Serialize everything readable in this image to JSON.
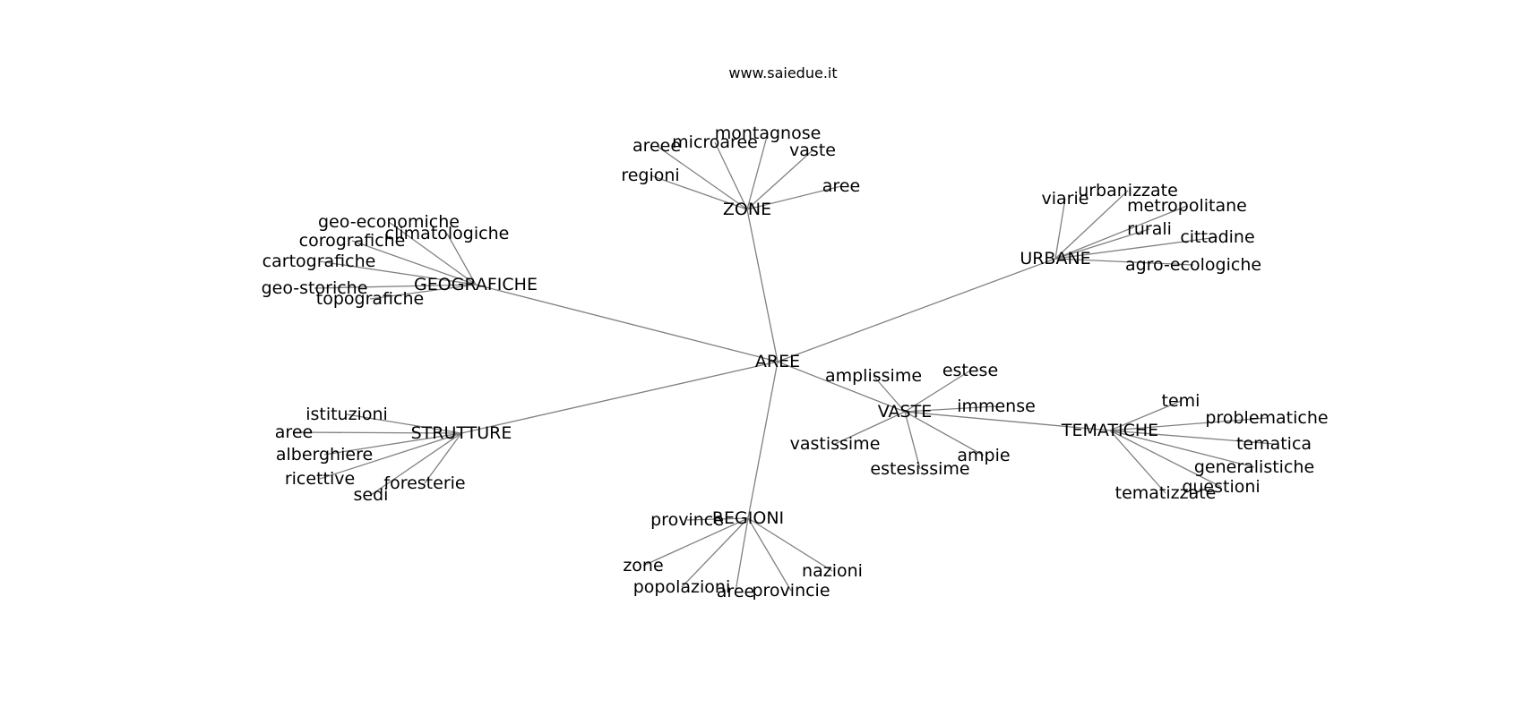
{
  "header": {
    "source": "www.saiedue.it"
  },
  "graph": {
    "nodes": [
      {
        "id": "AREE",
        "label": "AREE"
      },
      {
        "id": "ZONE",
        "label": "ZONE"
      },
      {
        "id": "GEOGRAFICHE",
        "label": "GEOGRAFICHE"
      },
      {
        "id": "URBANE",
        "label": "URBANE"
      },
      {
        "id": "STRUTTURE",
        "label": "STRUTTURE"
      },
      {
        "id": "VASTE",
        "label": "VASTE"
      },
      {
        "id": "TEMATICHE",
        "label": "TEMATICHE"
      },
      {
        "id": "REGIONI",
        "label": "REGIONI"
      },
      {
        "id": "z_montagnose",
        "label": "montagnose"
      },
      {
        "id": "z_microaree",
        "label": "microaree"
      },
      {
        "id": "z_areee",
        "label": "areee"
      },
      {
        "id": "z_vaste",
        "label": "vaste"
      },
      {
        "id": "z_regioni",
        "label": "regioni"
      },
      {
        "id": "z_aree",
        "label": "aree"
      },
      {
        "id": "g_geoeconomiche",
        "label": "geo-economiche"
      },
      {
        "id": "g_climatologiche",
        "label": "climatologiche"
      },
      {
        "id": "g_corografiche",
        "label": "corografiche"
      },
      {
        "id": "g_cartografiche",
        "label": "cartografiche"
      },
      {
        "id": "g_geostoriche",
        "label": "geo-storiche"
      },
      {
        "id": "g_topografiche",
        "label": "topografiche"
      },
      {
        "id": "u_viarie",
        "label": "viarie"
      },
      {
        "id": "u_urbanizzate",
        "label": "urbanizzate"
      },
      {
        "id": "u_metropolitane",
        "label": "metropolitane"
      },
      {
        "id": "u_rurali",
        "label": "rurali"
      },
      {
        "id": "u_cittadine",
        "label": "cittadine"
      },
      {
        "id": "u_agroecologiche",
        "label": "agro-ecologiche"
      },
      {
        "id": "s_istituzioni",
        "label": "istituzioni"
      },
      {
        "id": "s_aree",
        "label": "aree"
      },
      {
        "id": "s_alberghiere",
        "label": "alberghiere"
      },
      {
        "id": "s_ricettive",
        "label": "ricettive"
      },
      {
        "id": "s_sedi",
        "label": "sedi"
      },
      {
        "id": "s_foresterie",
        "label": "foresterie"
      },
      {
        "id": "v_amplissime",
        "label": "amplissime"
      },
      {
        "id": "v_estese",
        "label": "estese"
      },
      {
        "id": "v_immense",
        "label": "immense"
      },
      {
        "id": "v_vastissime",
        "label": "vastissime"
      },
      {
        "id": "v_estesissime",
        "label": "estesissime"
      },
      {
        "id": "v_ampie",
        "label": "ampie"
      },
      {
        "id": "t_temi",
        "label": "temi"
      },
      {
        "id": "t_problematiche",
        "label": "problematiche"
      },
      {
        "id": "t_tematica",
        "label": "tematica"
      },
      {
        "id": "t_generalistiche",
        "label": "generalistiche"
      },
      {
        "id": "t_questioni",
        "label": "questioni"
      },
      {
        "id": "t_tematizzate",
        "label": "tematizzate"
      },
      {
        "id": "r_province",
        "label": "province"
      },
      {
        "id": "r_zone",
        "label": "zone"
      },
      {
        "id": "r_popolazioni",
        "label": "popolazioni"
      },
      {
        "id": "r_aree",
        "label": "aree"
      },
      {
        "id": "r_provincie",
        "label": "provincie"
      },
      {
        "id": "r_nazioni",
        "label": "nazioni"
      }
    ],
    "edges": [
      [
        "AREE",
        "ZONE"
      ],
      [
        "AREE",
        "GEOGRAFICHE"
      ],
      [
        "AREE",
        "URBANE"
      ],
      [
        "AREE",
        "STRUTTURE"
      ],
      [
        "AREE",
        "VASTE"
      ],
      [
        "AREE",
        "REGIONI"
      ],
      [
        "VASTE",
        "TEMATICHE"
      ],
      [
        "ZONE",
        "z_montagnose"
      ],
      [
        "ZONE",
        "z_microaree"
      ],
      [
        "ZONE",
        "z_areee"
      ],
      [
        "ZONE",
        "z_vaste"
      ],
      [
        "ZONE",
        "z_regioni"
      ],
      [
        "ZONE",
        "z_aree"
      ],
      [
        "GEOGRAFICHE",
        "g_geoeconomiche"
      ],
      [
        "GEOGRAFICHE",
        "g_climatologiche"
      ],
      [
        "GEOGRAFICHE",
        "g_corografiche"
      ],
      [
        "GEOGRAFICHE",
        "g_cartografiche"
      ],
      [
        "GEOGRAFICHE",
        "g_geostoriche"
      ],
      [
        "GEOGRAFICHE",
        "g_topografiche"
      ],
      [
        "URBANE",
        "u_viarie"
      ],
      [
        "URBANE",
        "u_urbanizzate"
      ],
      [
        "URBANE",
        "u_metropolitane"
      ],
      [
        "URBANE",
        "u_rurali"
      ],
      [
        "URBANE",
        "u_cittadine"
      ],
      [
        "URBANE",
        "u_agroecologiche"
      ],
      [
        "STRUTTURE",
        "s_istituzioni"
      ],
      [
        "STRUTTURE",
        "s_aree"
      ],
      [
        "STRUTTURE",
        "s_alberghiere"
      ],
      [
        "STRUTTURE",
        "s_ricettive"
      ],
      [
        "STRUTTURE",
        "s_sedi"
      ],
      [
        "STRUTTURE",
        "s_foresterie"
      ],
      [
        "VASTE",
        "v_amplissime"
      ],
      [
        "VASTE",
        "v_estese"
      ],
      [
        "VASTE",
        "v_immense"
      ],
      [
        "VASTE",
        "v_vastissime"
      ],
      [
        "VASTE",
        "v_estesissime"
      ],
      [
        "VASTE",
        "v_ampie"
      ],
      [
        "TEMATICHE",
        "t_temi"
      ],
      [
        "TEMATICHE",
        "t_problematiche"
      ],
      [
        "TEMATICHE",
        "t_tematica"
      ],
      [
        "TEMATICHE",
        "t_generalistiche"
      ],
      [
        "TEMATICHE",
        "t_questioni"
      ],
      [
        "TEMATICHE",
        "t_tematizzate"
      ],
      [
        "REGIONI",
        "r_province"
      ],
      [
        "REGIONI",
        "r_zone"
      ],
      [
        "REGIONI",
        "r_popolazioni"
      ],
      [
        "REGIONI",
        "r_aree"
      ],
      [
        "REGIONI",
        "r_provincie"
      ],
      [
        "REGIONI",
        "r_nazioni"
      ]
    ]
  }
}
